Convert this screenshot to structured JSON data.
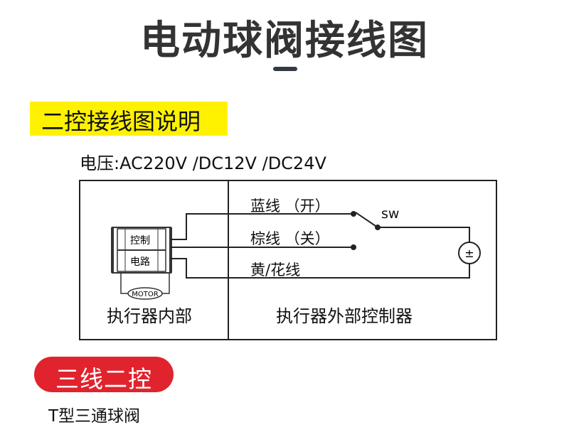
{
  "title": "电动球阀接线图",
  "section_heading": "二控接线图说明",
  "voltage": "电压:AC220V /DC12V /DC24V",
  "diagram": {
    "wire_blue": "蓝线 （开）",
    "wire_brown": "棕线 （关）",
    "wire_yellow": "黄/花线",
    "switch_label": "sw",
    "power_symbol": "±",
    "valve_control": "控制",
    "valve_circuit": "电路",
    "motor": "MOTOR",
    "internal_label": "执行器内部",
    "external_label": "执行器外部控制器"
  },
  "subsection_tag": "三线二控",
  "footer_label": "T型三通球阀"
}
